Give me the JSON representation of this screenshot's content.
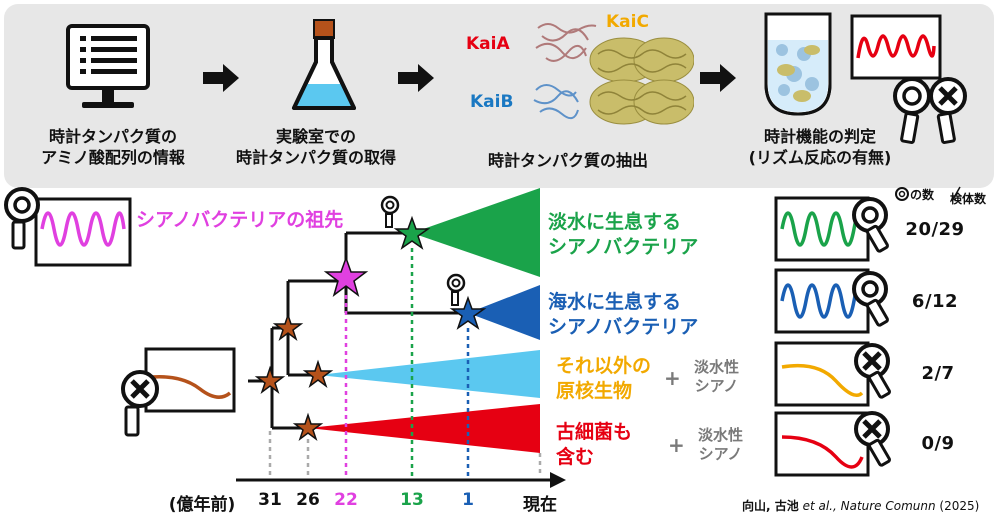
{
  "steps": [
    {
      "line1": "時計タンパク質の",
      "line2": "アミノ酸配列の情報"
    },
    {
      "line1": "実験室での",
      "line2": "時計タンパク質の取得"
    },
    {
      "line1": "時計タンパク質の抽出",
      "line2": ""
    },
    {
      "line1": "時計機能の判定",
      "line2": "(リズム反応の有無)"
    }
  ],
  "kai": {
    "a": "KaiA",
    "b": "KaiB",
    "c": "KaiC"
  },
  "ancestor_label": "シアノバクテリアの祖先",
  "groups": [
    {
      "line1": "淡水に生息する",
      "line2": "シアノバクテリア",
      "color": "#1aa34a"
    },
    {
      "line1": "海水に生息する",
      "line2": "シアノバクテリア",
      "color": "#1a5fb4"
    },
    {
      "line1": "それ以外の",
      "line2": "原核生物",
      "color": "#f2a900",
      "extra": "淡水性\nシアノ"
    },
    {
      "line1": "古細菌も",
      "line2": "含む",
      "color": "#e60012",
      "extra": "淡水性\nシアノ"
    }
  ],
  "extra_fresh": {
    "line1": "淡水性",
    "line2": "シアノ"
  },
  "results_header": {
    "left": "の数",
    "right": "検体数"
  },
  "results": [
    {
      "ratio": "20/29",
      "color": "#1aa34a"
    },
    {
      "ratio": "6/12",
      "color": "#1a5fb4"
    },
    {
      "ratio": "2/7",
      "color": "#1aa34a"
    },
    {
      "ratio": "0/9",
      "color": "#e60012"
    }
  ],
  "axis": {
    "unit": "(億年前)",
    "ticks": [
      "31",
      "26",
      "22",
      "13",
      "1"
    ],
    "now": "現在",
    "tick_colors": [
      "#111111",
      "#111111",
      "#e040e0",
      "#1aa34a",
      "#1a5fb4"
    ]
  },
  "citation": {
    "authors": "向山, 古池",
    "etal": " et al., ",
    "journal": "Nature Comunn",
    "year": " (2025)"
  },
  "colors": {
    "panel": "#e7e7e7",
    "magenta": "#e040e0",
    "brown": "#b5521b",
    "lightblue": "#5bc8f0"
  }
}
